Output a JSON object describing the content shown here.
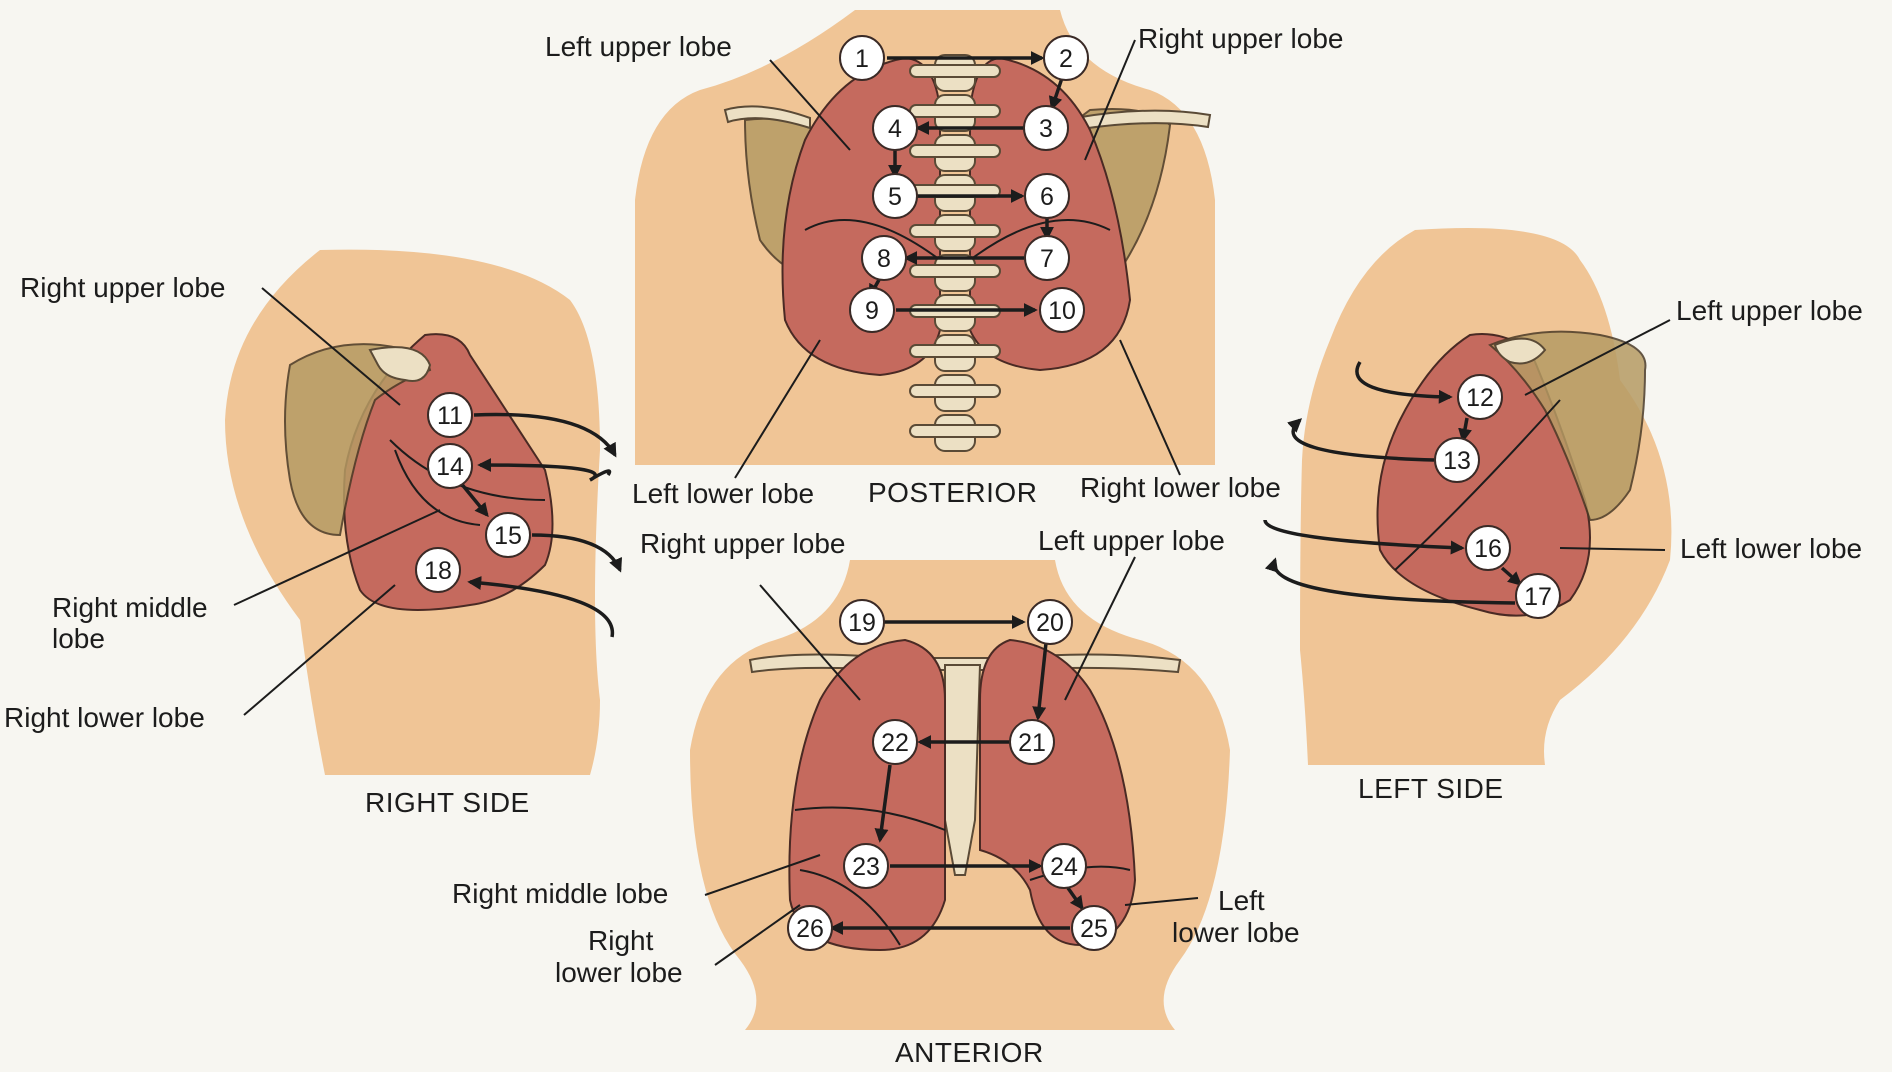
{
  "views": {
    "posterior": "POSTERIOR",
    "anterior": "ANTERIOR",
    "right_side": "RIGHT SIDE",
    "left_side": "LEFT SIDE"
  },
  "labels": {
    "post_left_upper": "Left upper lobe",
    "post_right_upper": "Right upper lobe",
    "post_left_lower": "Left lower lobe",
    "post_right_lower": "Right lower lobe",
    "rs_right_upper": "Right upper lobe",
    "rs_right_middle_1": "Right middle",
    "rs_right_middle_2": "lobe",
    "rs_right_lower": "Right lower lobe",
    "ant_right_upper": "Right upper lobe",
    "ant_left_upper": "Left upper lobe",
    "ant_right_middle": "Right middle lobe",
    "ant_right_lower_1": "Right",
    "ant_right_lower_2": "lower lobe",
    "ant_left_lower_1": "Left",
    "ant_left_lower_2": "lower lobe",
    "ls_left_upper": "Left upper lobe",
    "ls_left_lower": "Left lower lobe"
  },
  "points": [
    "1",
    "2",
    "3",
    "4",
    "5",
    "6",
    "7",
    "8",
    "9",
    "10",
    "11",
    "12",
    "13",
    "14",
    "15",
    "16",
    "17",
    "18",
    "19",
    "20",
    "21",
    "22",
    "23",
    "24",
    "25",
    "26"
  ],
  "colors": {
    "skin": "#f0c596",
    "lung": "#c56a5e",
    "bone": "#ece0c4",
    "scapula": "#b69b64"
  }
}
